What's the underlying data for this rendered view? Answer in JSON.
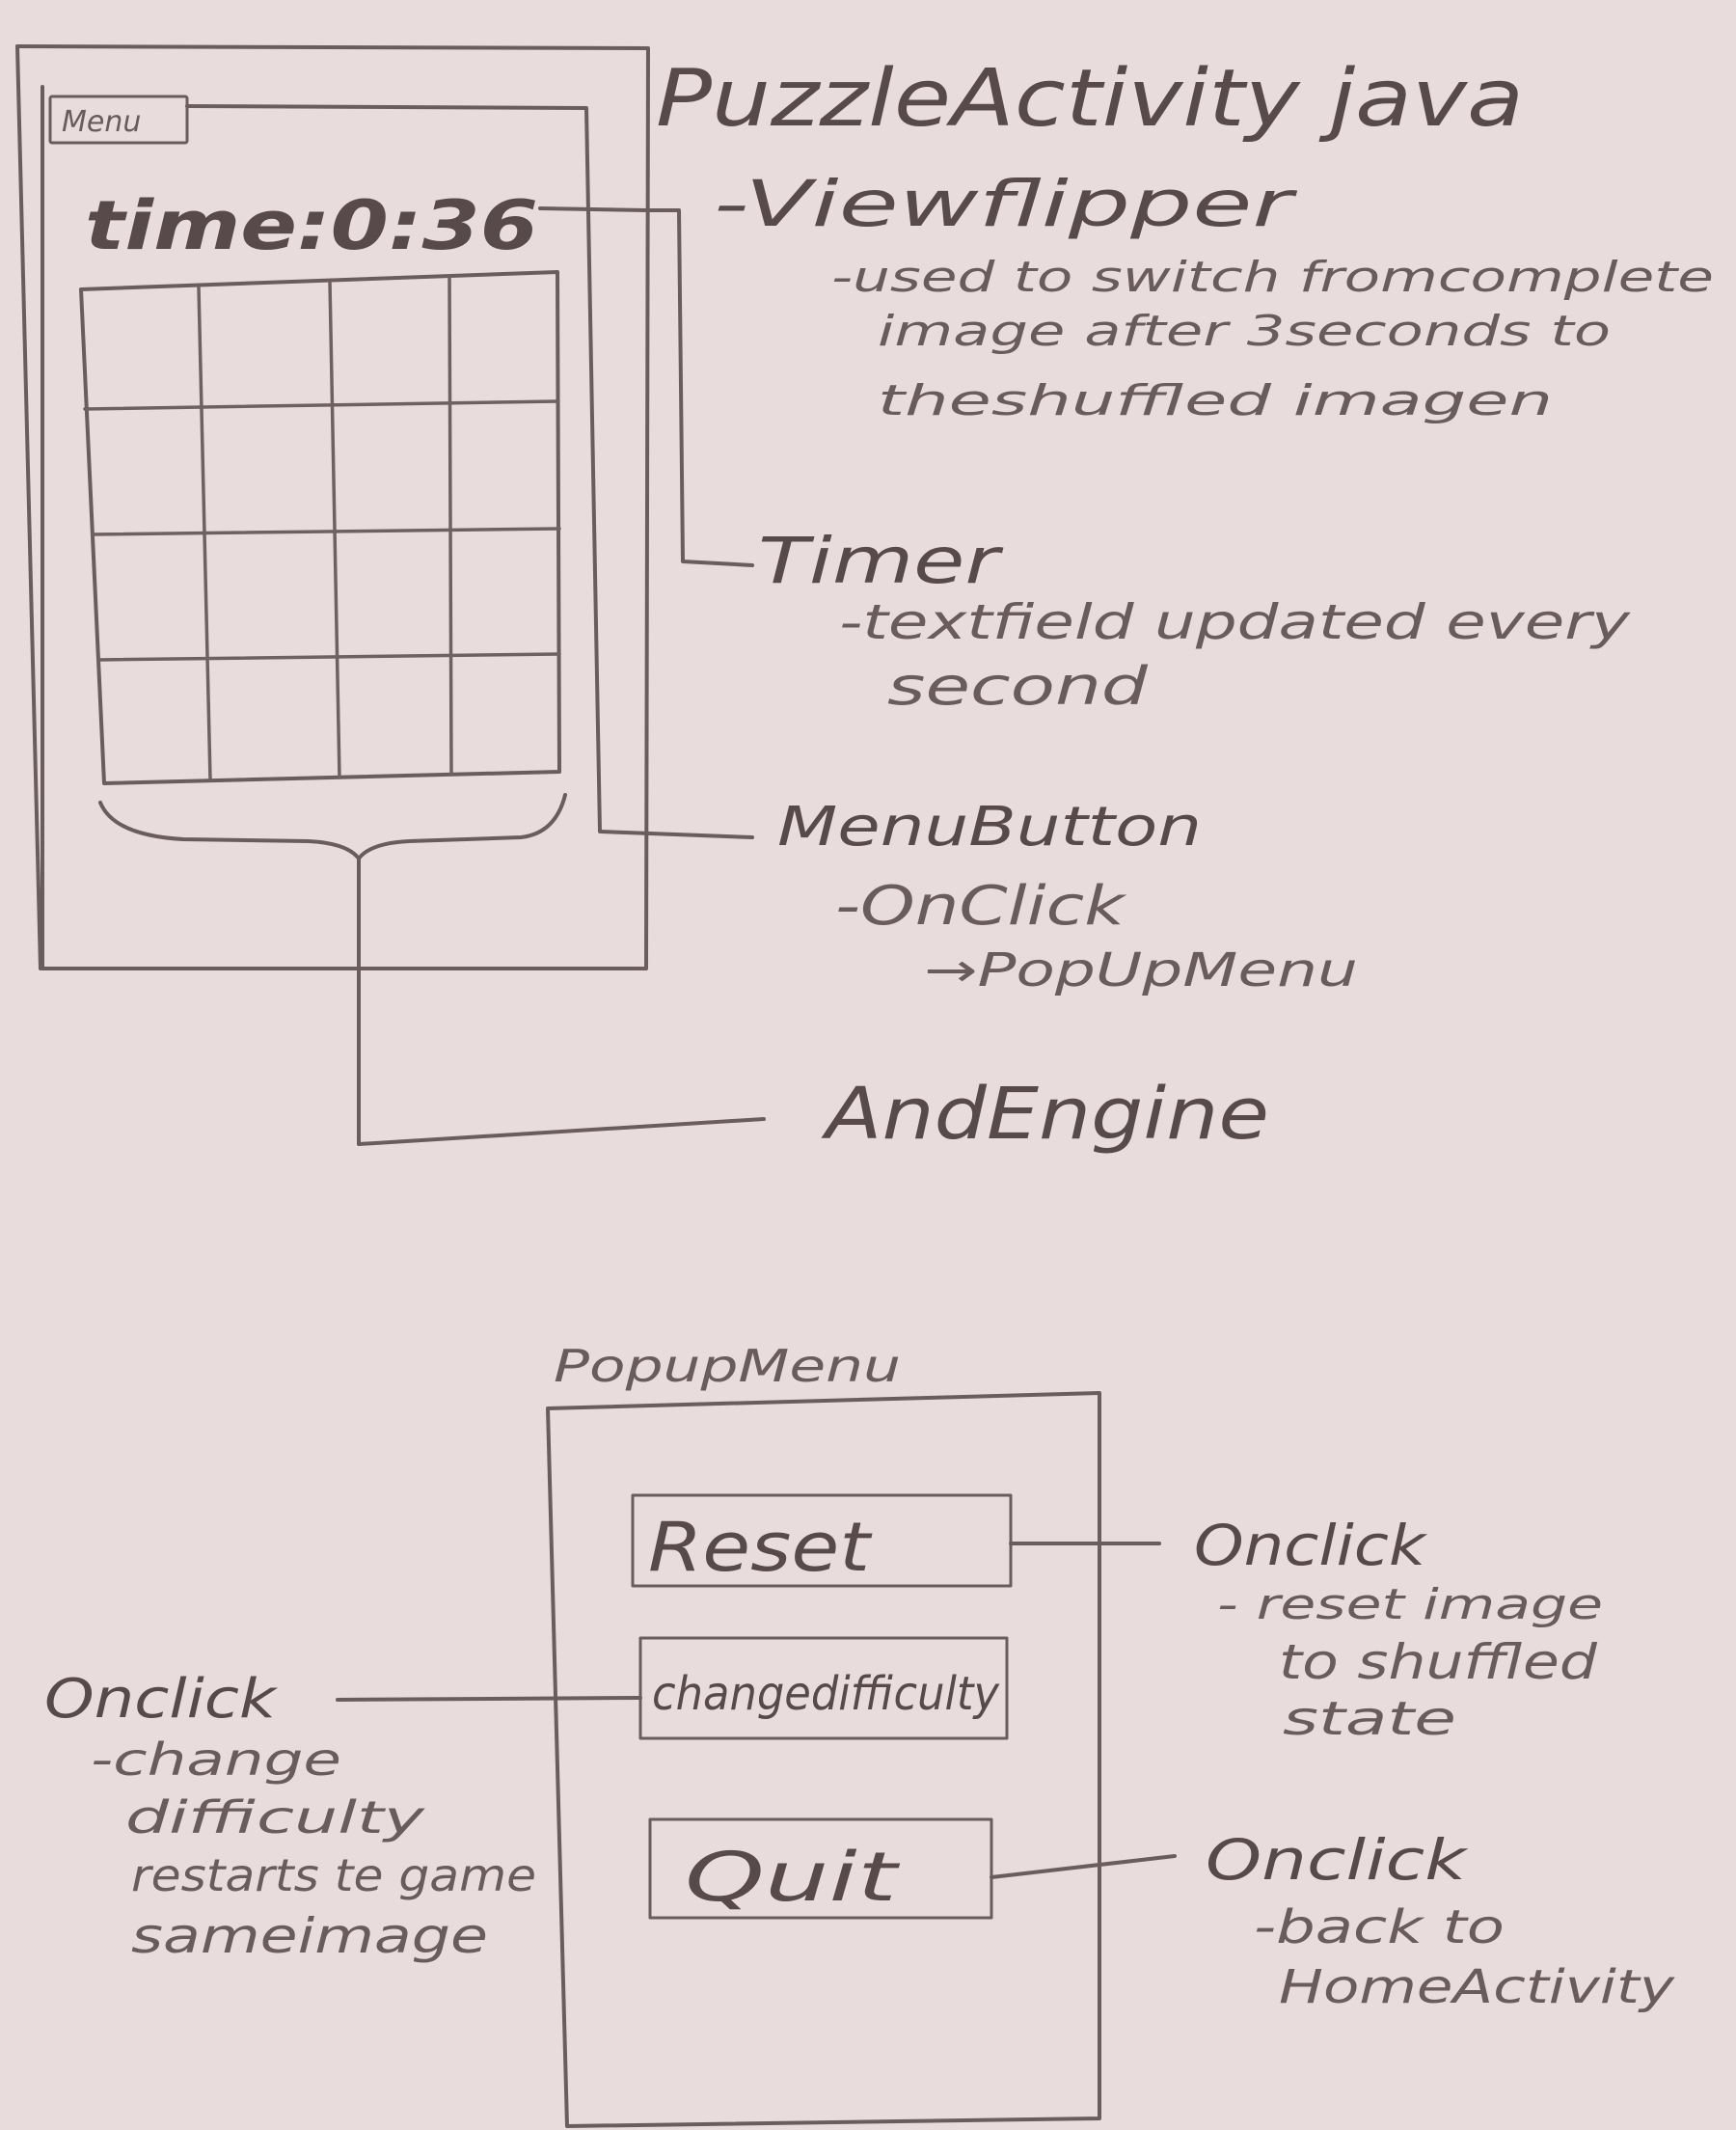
{
  "puzzle_screen": {
    "title": "PuzzleActivity java",
    "menu_button_label": "Menu",
    "timer_text": "time:0:36",
    "grid": {
      "rows": 4,
      "columns": 4
    }
  },
  "annotations": {
    "viewflipper": {
      "heading": "-Viewflipper",
      "lines": [
        "-used to switch fromcomplete",
        "image after 3seconds to",
        "theshuffled imagen"
      ]
    },
    "timer": {
      "heading": "Timer",
      "lines": [
        "-textfield updated every",
        "second"
      ]
    },
    "menu_button": {
      "heading": "MenuButton",
      "lines": [
        "-OnClick",
        "→PopUpMenu"
      ]
    },
    "andengine": {
      "heading": "AndEngine"
    }
  },
  "popup_menu": {
    "title": "PopupMenu",
    "buttons": {
      "reset": "Reset",
      "change_difficulty": "changedifficulty",
      "quit": "Quit"
    },
    "reset_note": {
      "heading": "Onclick",
      "lines": [
        "- reset image",
        "to shuffled",
        "state"
      ]
    },
    "difficulty_note": {
      "heading": "Onclick",
      "lines": [
        "-change",
        "difficulty",
        "restarts te game",
        "sameimage"
      ]
    },
    "quit_note": {
      "heading": "Onclick",
      "lines": [
        "-back to",
        "HomeActivity"
      ]
    }
  },
  "colors": {
    "paper": "#e9dcdd",
    "pencil": "#5a4c4d"
  }
}
